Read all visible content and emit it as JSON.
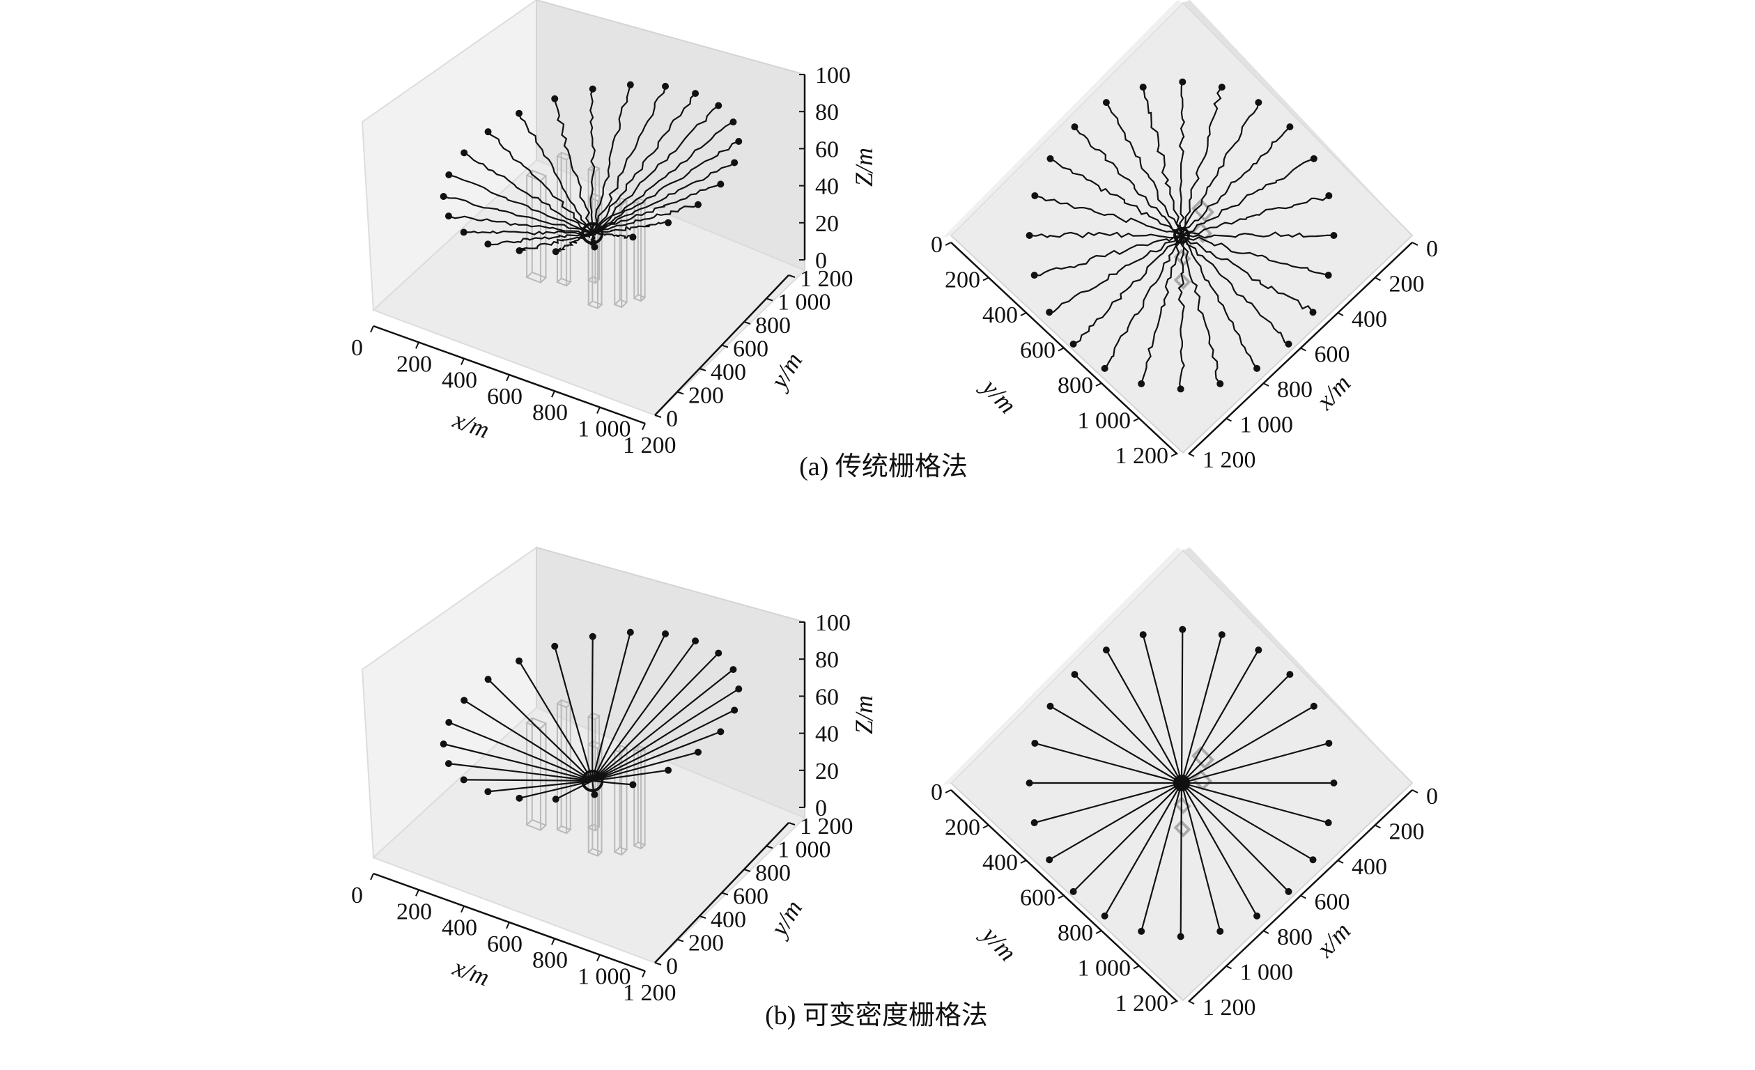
{
  "panels": [
    {
      "id": "a",
      "caption": "(a) 传统栅格法",
      "z_axis_label": "Z/m",
      "x_axis_label": "x/m",
      "y_axis_label": "y/m",
      "z_ticks": [
        "0",
        "20",
        "40",
        "60",
        "80",
        "100"
      ],
      "x_ticks": [
        "0",
        "200",
        "400",
        "600",
        "800",
        "1 000",
        "1 200"
      ],
      "y_ticks": [
        "0",
        "200",
        "400",
        "600",
        "800",
        "1 000",
        "1 200"
      ]
    },
    {
      "id": "b",
      "caption": "(b) 可变密度栅格法",
      "z_axis_label": "Z/m",
      "x_axis_label": "x/m",
      "y_axis_label": "y/m",
      "z_ticks": [
        "0",
        "20",
        "40",
        "60",
        "80",
        "100"
      ],
      "x_ticks": [
        "0",
        "200",
        "400",
        "600",
        "800",
        "1 000",
        "1 200"
      ],
      "y_ticks": [
        "0",
        "200",
        "400",
        "600",
        "800",
        "1 000",
        "1 200"
      ]
    }
  ],
  "chart_data": [
    {
      "type": "line",
      "view": "3d-perspective",
      "panel": "a",
      "method": "传统栅格法",
      "xlim": [
        0,
        1200
      ],
      "ylim": [
        0,
        1200
      ],
      "zlim": [
        0,
        100
      ],
      "path_count": 24,
      "path_style": "stepped-grid",
      "goal_point": {
        "x": 600,
        "y": 600,
        "z": 30
      },
      "start_altitude_range": [
        40,
        90
      ]
    },
    {
      "type": "line",
      "view": "3d-top-down",
      "panel": "a",
      "method": "传统栅格法",
      "xlim": [
        0,
        1200
      ],
      "ylim": [
        0,
        1200
      ],
      "path_count": 24,
      "path_style": "stepped-grid",
      "goal_point": {
        "x": 600,
        "y": 600
      }
    },
    {
      "type": "line",
      "view": "3d-perspective",
      "panel": "b",
      "method": "可变密度栅格法",
      "xlim": [
        0,
        1200
      ],
      "ylim": [
        0,
        1200
      ],
      "zlim": [
        0,
        100
      ],
      "path_count": 24,
      "path_style": "straight",
      "goal_point": {
        "x": 600,
        "y": 600,
        "z": 30
      },
      "start_altitude_range": [
        40,
        90
      ]
    },
    {
      "type": "line",
      "view": "3d-top-down",
      "panel": "b",
      "method": "可变密度栅格法",
      "xlim": [
        0,
        1200
      ],
      "ylim": [
        0,
        1200
      ],
      "path_count": 24,
      "path_style": "straight",
      "goal_point": {
        "x": 600,
        "y": 600
      }
    }
  ]
}
